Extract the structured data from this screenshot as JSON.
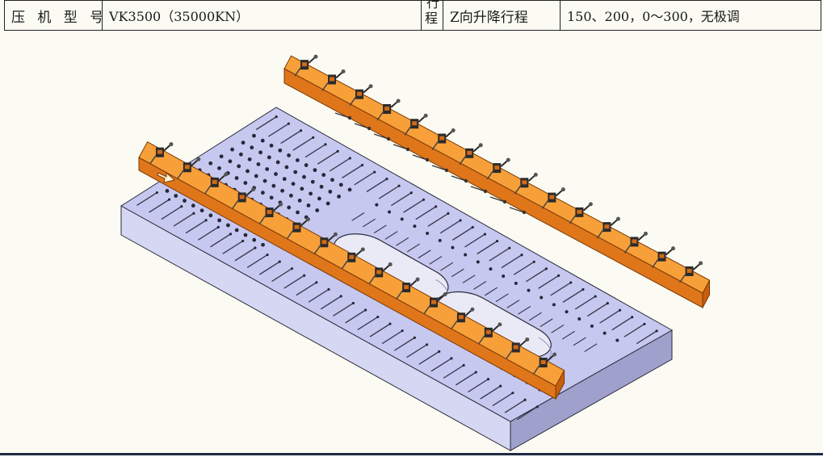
{
  "spec_table": {
    "press_model_label": "压 机 型 号",
    "press_model_value": "VK3500（35000KN）",
    "stroke_cut_char": "行",
    "stroke_char": "程",
    "z_lift_label": "Z向升降行程",
    "z_lift_value": "150、200，0～300，无极调"
  },
  "figure": {
    "colors": {
      "plate_top": "#c6c8ef",
      "plate_side_light": "#d6d7f2",
      "plate_side_dark": "#9fa1cc",
      "plate_outline": "#2b2b3c",
      "slot": "#3d3d52",
      "hole": "#27283a",
      "beam_top": "#f7a03a",
      "beam_side": "#e0761a",
      "beam_end": "#c85e10",
      "clamp": "#2b2b2b",
      "clamp_accent": "#cf6a18",
      "background": "#fbfbf3"
    }
  }
}
